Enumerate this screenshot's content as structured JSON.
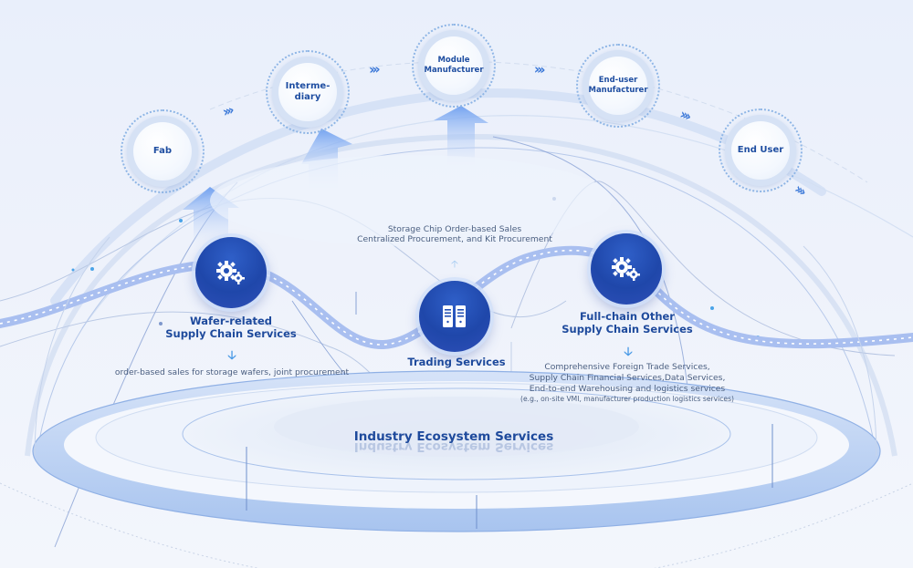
{
  "supply_chain_stages": [
    {
      "label": "Fab"
    },
    {
      "label": "Interme-\ndiary"
    },
    {
      "label": "Module\nManufacturer"
    },
    {
      "label": "End-user\nManufacturer"
    },
    {
      "label": "End User"
    }
  ],
  "flow_arrow_glyph": "›››",
  "services": {
    "wafer": {
      "icon": "gears-icon",
      "title": "Wafer-related\nSupply Chain Services",
      "description": "order-based sales for storage wafers, joint procurement"
    },
    "trading": {
      "icon": "servers-icon",
      "title": "Trading Services",
      "description_line1": "Storage Chip Order-based Sales",
      "description_line2": "Centralized Procurement, and Kit Procurement"
    },
    "full_chain": {
      "icon": "gears-icon",
      "title": "Full-chain Other\nSupply Chain Services",
      "description_lines": [
        "Comprehensive Foreign Trade Services,",
        "Supply Chain Financial Services,Data Services,",
        "End-to-end Warehousing and logistics services"
      ],
      "description_note": "(e.g., on-site VMI, manufacturer production logistics services)"
    }
  },
  "ecosystem": {
    "title": "Industry Ecosystem Services"
  },
  "arrow_glyphs": {
    "down": "🡣",
    "up": "🡡"
  },
  "colors": {
    "primary_blue": "#1f47aa",
    "text_blue": "#1e4a9c",
    "accent_light": "#8fb6e6",
    "road": "#a9bff0"
  }
}
